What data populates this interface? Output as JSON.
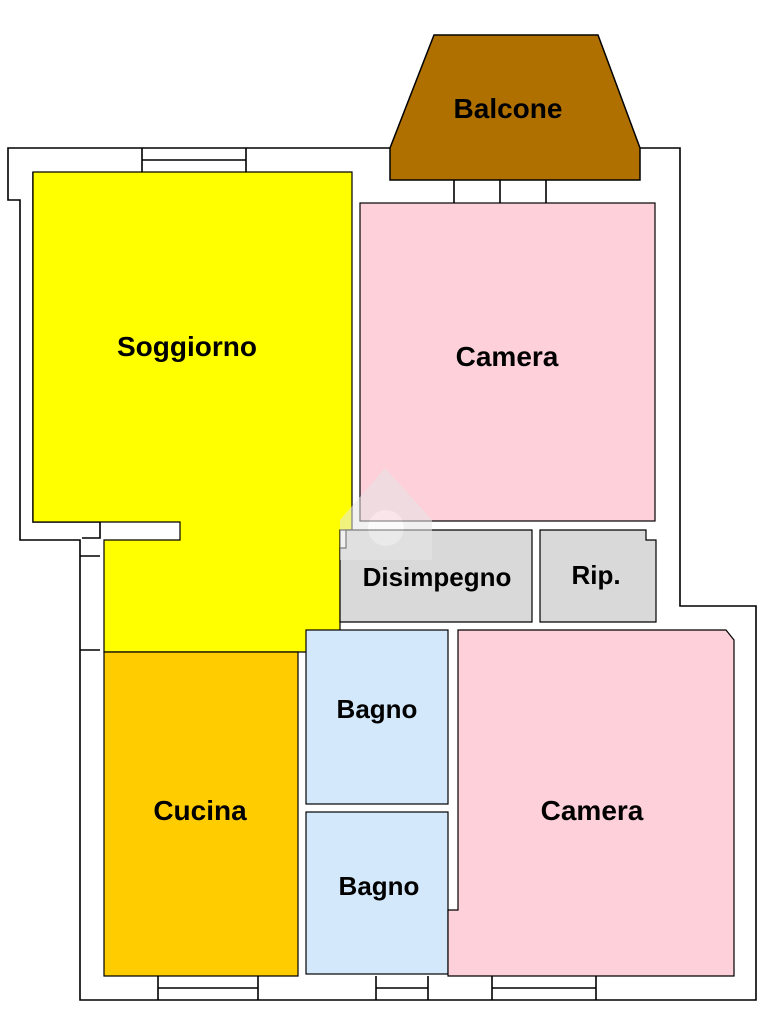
{
  "rooms": {
    "balcone": {
      "label": "Balcone",
      "color": "#b07000"
    },
    "soggiorno": {
      "label": "Soggiorno",
      "color": "#ffff00"
    },
    "camera_top": {
      "label": "Camera",
      "color": "#fdd0da"
    },
    "disimpegno": {
      "label": "Disimpegno",
      "color": "#d9d9d9"
    },
    "ripostiglio": {
      "label": "Rip.",
      "color": "#d9d9d9"
    },
    "cucina": {
      "label": "Cucina",
      "color": "#ffcc00"
    },
    "bagno_1": {
      "label": "Bagno",
      "color": "#d4e8fb"
    },
    "bagno_2": {
      "label": "Bagno",
      "color": "#d4e8fb"
    },
    "camera_bottom": {
      "label": "Camera",
      "color": "#fdd0da"
    }
  },
  "colors": {
    "wall": "#000000",
    "background": "#ffffff",
    "watermark": "#e6e6e6"
  }
}
